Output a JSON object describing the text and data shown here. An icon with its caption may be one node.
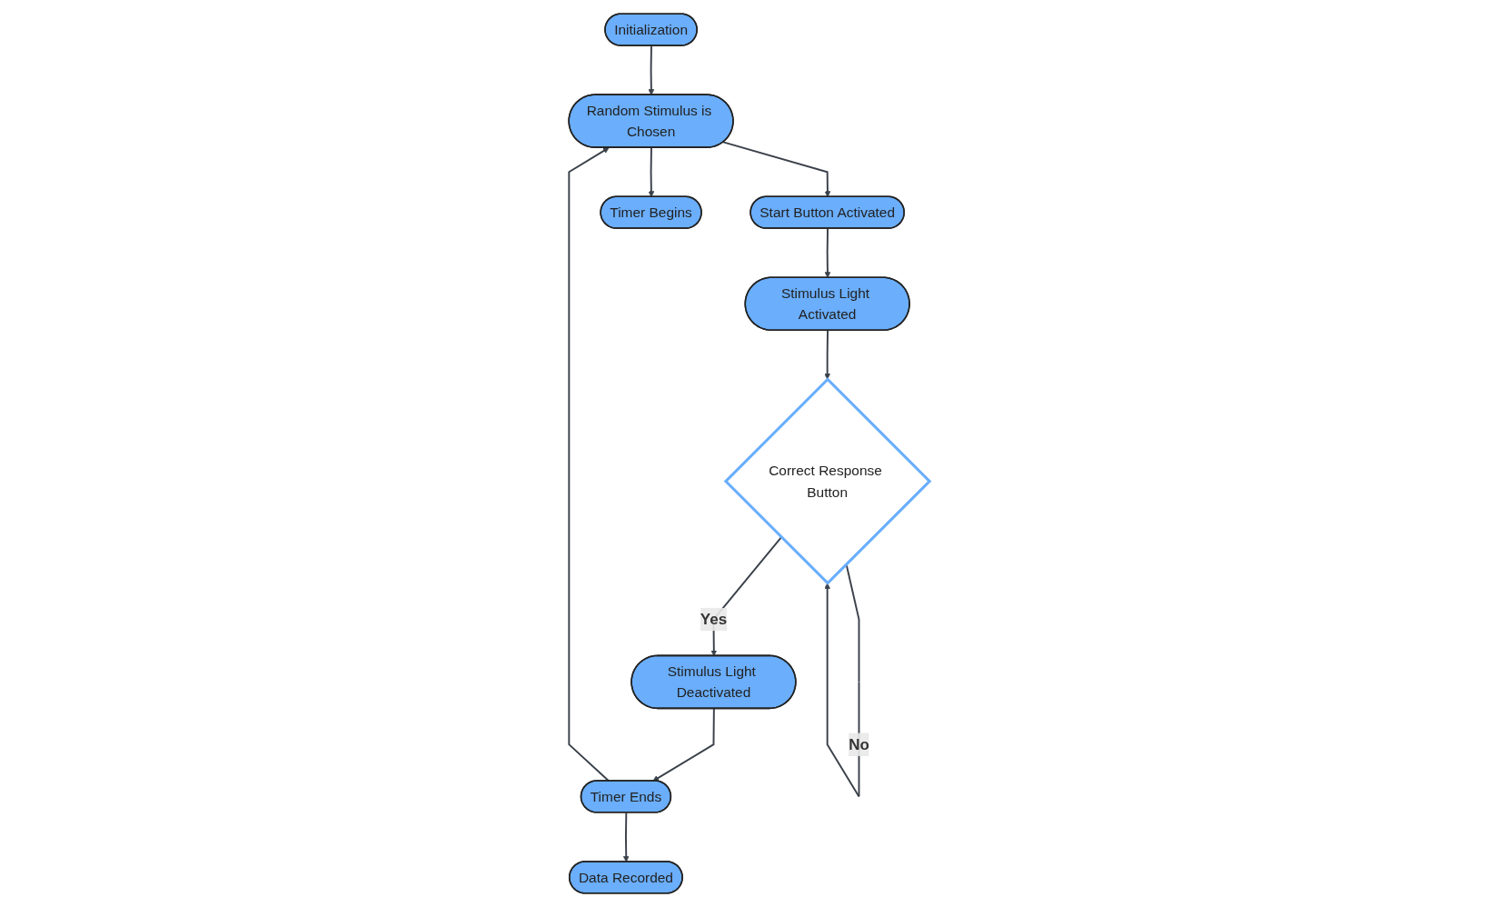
{
  "diagram": {
    "nodes": [
      {
        "text": [
          "Initialization"
        ]
      },
      {
        "text": [
          "Timer Ends"
        ]
      },
      {
        "text": [
          "Data Recorded"
        ]
      },
      {
        "text": [
          "Random Stimulus is Chosen"
        ]
      },
      {
        "text": [
          "Start Button Activated"
        ]
      },
      {
        "text": [
          "Stimulus Light Activated"
        ]
      },
      {
        "text": [
          "Correct Response Button"
        ]
      },
      {
        "text": [
          "Timer Begins"
        ]
      },
      {
        "text": [
          "Stimulus Light Deactivated"
        ]
      }
    ],
    "edges": [
      {
        "from": 0,
        "to": 3,
        "arrow": "to"
      },
      {
        "from": 1,
        "to": 2,
        "arrow": "to"
      },
      {
        "from": 1,
        "to": 3,
        "arrow": "to"
      },
      {
        "from": 3,
        "to": 4,
        "arrow": "to"
      },
      {
        "from": 4,
        "to": 5,
        "arrow": "to"
      },
      {
        "from": 3,
        "to": 7,
        "arrow": "to"
      },
      {
        "from": 5,
        "to": 6,
        "arrow": "to"
      },
      {
        "from": 6,
        "to": 6,
        "label": "No",
        "arrow": "to"
      },
      {
        "from": 6,
        "to": 8,
        "label": "Yes",
        "arrow": "to"
      },
      {
        "from": 8,
        "to": 1,
        "arrow": "to"
      }
    ]
  }
}
